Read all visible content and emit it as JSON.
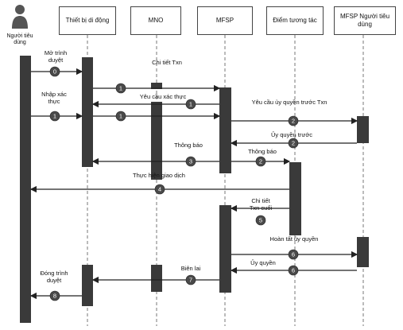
{
  "actor": {
    "label": "Người tiêu dùng",
    "icon": "person-icon"
  },
  "participants": [
    {
      "id": "device",
      "label": "Thiết bị di động"
    },
    {
      "id": "mno",
      "label": "MNO"
    },
    {
      "id": "mfsp",
      "label": "MFSP"
    },
    {
      "id": "pos",
      "label": "Điểm tương tác"
    },
    {
      "id": "consumer_mfsp",
      "label": "MFSP Người tiêu dùng"
    }
  ],
  "messages": [
    {
      "id": "open-browser",
      "label": "Mở trình duyệt",
      "step": "0"
    },
    {
      "id": "txn-detail",
      "label": "Chi tiết Txn",
      "step": "1"
    },
    {
      "id": "auth-request",
      "label": "Yêu cầu xác thực",
      "step": "1"
    },
    {
      "id": "enter-auth",
      "label": "Nhập xác thực",
      "step": "1"
    },
    {
      "id": "preauth-request",
      "label": "Yêu cầu ủy quyền trước Txn",
      "step": "2"
    },
    {
      "id": "preauth",
      "label": "Ủy quyền trước",
      "step": "2"
    },
    {
      "id": "notify-1",
      "label": "Thông báo",
      "step": "3"
    },
    {
      "id": "notify-2",
      "label": "Thông báo",
      "step": "2"
    },
    {
      "id": "perform-txn",
      "label": "Thực hiện giao dịch",
      "step": "4"
    },
    {
      "id": "final-txn",
      "label": "Chi tiết Txn cuối",
      "step": "5"
    },
    {
      "id": "complete-auth",
      "label": "Hoàn tất ủy quyền",
      "step": "6"
    },
    {
      "id": "authorize",
      "label": "Ủy quyền",
      "step": "6"
    },
    {
      "id": "receipt",
      "label": "Biên lai",
      "step": "7"
    },
    {
      "id": "close-browser",
      "label": "Đóng trình duyệt",
      "step": "8"
    }
  ]
}
